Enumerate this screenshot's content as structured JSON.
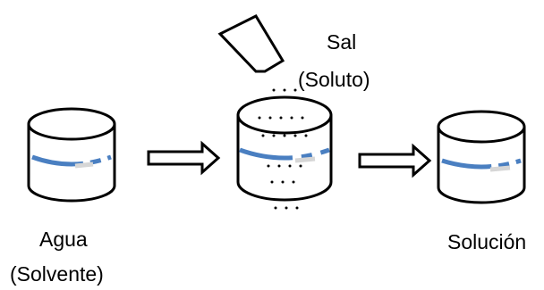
{
  "labels": {
    "water": "Agua",
    "water_role": "(Solvente)",
    "salt": "Sal",
    "salt_role": "(Soluto)",
    "solution": "Solución"
  },
  "colors": {
    "stroke": "#000000",
    "water_line": "#4a7fc1",
    "water_line_shadow": "#d6d6d6",
    "background": "#ffffff"
  },
  "icons": [
    "container-icon",
    "salt-cup-icon",
    "arrow-right-icon",
    "salt-dots-icon"
  ]
}
